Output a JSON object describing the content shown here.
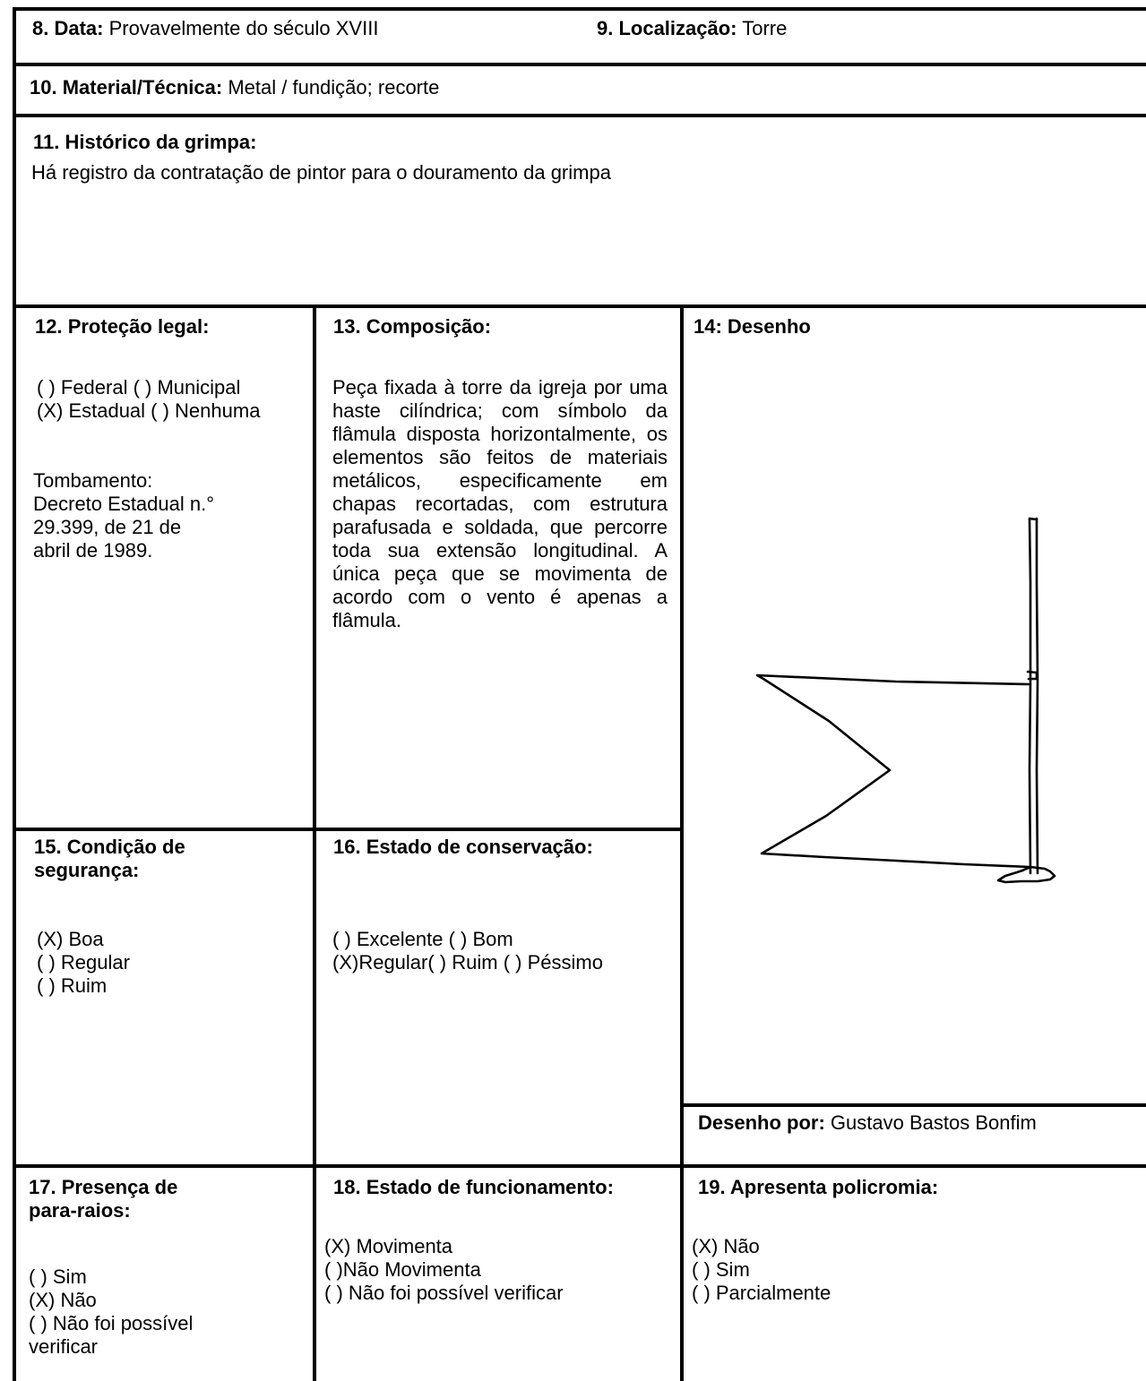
{
  "row_date": {
    "data_label": "8. Data:",
    "data_value": "Provavelmente do século XVIII",
    "loc_label": "9. Localização:",
    "loc_value": "Torre"
  },
  "row_material": {
    "label": "10. Material/Técnica:",
    "value": "Metal / fundição; recorte"
  },
  "historico": {
    "label": "11. Histórico da grimpa:",
    "text": "Há registro da contratação de pintor para o douramento da grimpa"
  },
  "protecao": {
    "label": "12. Proteção legal:",
    "options_line1": "( ) Federal ( ) Municipal",
    "options_line2": "(X) Estadual ( ) Nenhuma",
    "tomb_lines": [
      "Tombamento:",
      "Decreto Estadual n.°",
      "29.399, de 21 de",
      "abril de 1989."
    ]
  },
  "composicao": {
    "label": "13. Composição:",
    "text": "Peça fixada à torre da igreja por uma haste cilíndrica; com símbolo da flâmula disposta horizontalmente, os elementos são feitos de materiais metálicos, especificamente em chapas recortadas, com estrutura parafusada e soldada, que percorre toda sua extensão longitudinal. A única peça que se movimenta de acordo com o vento é apenas a flâmula."
  },
  "desenho": {
    "label": "14: Desenho",
    "author_label": "Desenho por:",
    "author_value": "Gustavo Bastos Bonfim"
  },
  "seguranca": {
    "label_lines": [
      "15. Condição de",
      "segurança:"
    ],
    "options": [
      "(X) Boa",
      "( ) Regular",
      "( ) Ruim"
    ]
  },
  "conservacao": {
    "label": "16. Estado de conservação:",
    "options": [
      "( ) Excelente ( ) Bom",
      "(X)Regular( ) Ruim ( ) Péssimo"
    ]
  },
  "pararaios": {
    "label_lines": [
      "17. Presença de",
      "para-raios:"
    ],
    "options": [
      "( ) Sim",
      "(X) Não",
      "( ) Não foi possível",
      "verificar"
    ]
  },
  "funcionamento": {
    "label": "18. Estado de funcionamento:",
    "options": [
      "(X) Movimenta",
      "( )Não Movimenta",
      "( ) Não foi possível verificar"
    ]
  },
  "policromia": {
    "label": "19. Apresenta policromia:",
    "options": [
      "(X) Não",
      "( ) Sim",
      "( ) Parcialmente"
    ]
  }
}
